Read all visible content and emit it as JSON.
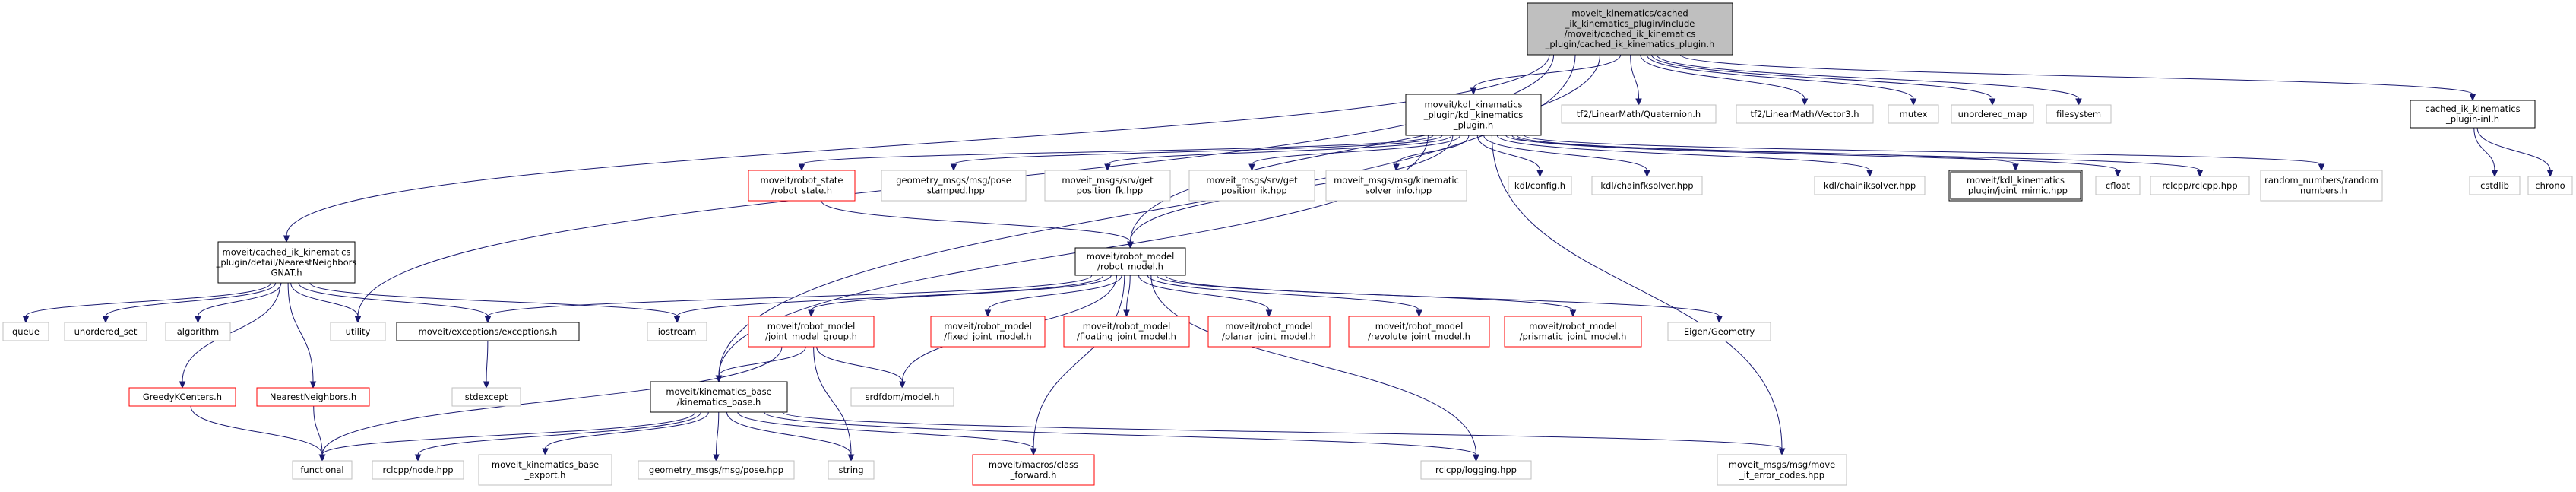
{
  "colors": {
    "edge": "#191970",
    "root_fill": "#bfbfbf",
    "root_border": "#000000",
    "documented_border": "#000000",
    "undocumented_border": "#bfbfbf",
    "truncated_border": "#ff0000",
    "text": "#000000"
  },
  "nodes": [
    {
      "id": "root",
      "kind": "root",
      "lines": [
        "moveit_kinematics/cached",
        "_ik_kinematics_plugin/include",
        "/moveit/cached_ik_kinematics",
        "_plugin/cached_ik_kinematics_plugin.h"
      ]
    },
    {
      "id": "kdl_plugin",
      "kind": "documented",
      "lines": [
        "moveit/kdl_kinematics",
        "_plugin/kdl_kinematics",
        "_plugin.h"
      ]
    },
    {
      "id": "quaternion",
      "kind": "system",
      "lines": [
        "tf2/LinearMath/Quaternion.h"
      ]
    },
    {
      "id": "vector3",
      "kind": "system",
      "lines": [
        "tf2/LinearMath/Vector3.h"
      ]
    },
    {
      "id": "mutex",
      "kind": "system",
      "lines": [
        "mutex"
      ]
    },
    {
      "id": "unordered_map",
      "kind": "system",
      "lines": [
        "unordered_map"
      ]
    },
    {
      "id": "filesystem",
      "kind": "system",
      "lines": [
        "filesystem"
      ]
    },
    {
      "id": "cached_inl",
      "kind": "documented",
      "lines": [
        "cached_ik_kinematics",
        "_plugin-inl.h"
      ]
    },
    {
      "id": "robot_state",
      "kind": "truncated",
      "lines": [
        "moveit/robot_state",
        "/robot_state.h"
      ]
    },
    {
      "id": "pose_stamped",
      "kind": "system",
      "lines": [
        "geometry_msgs/msg/pose",
        "_stamped.hpp"
      ]
    },
    {
      "id": "get_fk",
      "kind": "system",
      "lines": [
        "moveit_msgs/srv/get",
        "_position_fk.hpp"
      ]
    },
    {
      "id": "get_ik",
      "kind": "system",
      "lines": [
        "moveit_msgs/srv/get",
        "_position_ik.hpp"
      ]
    },
    {
      "id": "solver_info",
      "kind": "system",
      "lines": [
        "moveit_msgs/msg/kinematic",
        "_solver_info.hpp"
      ]
    },
    {
      "id": "kdl_config",
      "kind": "system",
      "lines": [
        "kdl/config.h"
      ]
    },
    {
      "id": "chainfksolver",
      "kind": "system",
      "lines": [
        "kdl/chainfksolver.hpp"
      ]
    },
    {
      "id": "chainiksolver",
      "kind": "system",
      "lines": [
        "kdl/chainiksolver.hpp"
      ]
    },
    {
      "id": "joint_mimic",
      "kind": "documented",
      "lines": [
        "moveit/kdl_kinematics",
        "_plugin/joint_mimic.hpp"
      ]
    },
    {
      "id": "cfloat",
      "kind": "system",
      "lines": [
        "cfloat"
      ]
    },
    {
      "id": "rclcpp",
      "kind": "system",
      "lines": [
        "rclcpp/rclcpp.hpp"
      ]
    },
    {
      "id": "random_numbers",
      "kind": "system",
      "lines": [
        "random_numbers/random",
        "_numbers.h"
      ]
    },
    {
      "id": "cstdlib",
      "kind": "system",
      "lines": [
        "cstdlib"
      ]
    },
    {
      "id": "chrono",
      "kind": "system",
      "lines": [
        "chrono"
      ]
    },
    {
      "id": "nn_gnat",
      "kind": "documented",
      "lines": [
        "moveit/cached_ik_kinematics",
        "_plugin/detail/NearestNeighbors",
        "GNAT.h"
      ]
    },
    {
      "id": "robot_model",
      "kind": "documented",
      "lines": [
        "moveit/robot_model",
        "/robot_model.h"
      ]
    },
    {
      "id": "queue",
      "kind": "system",
      "lines": [
        "queue"
      ]
    },
    {
      "id": "unordered_set",
      "kind": "system",
      "lines": [
        "unordered_set"
      ]
    },
    {
      "id": "algorithm",
      "kind": "system",
      "lines": [
        "algorithm"
      ]
    },
    {
      "id": "utility",
      "kind": "system",
      "lines": [
        "utility"
      ]
    },
    {
      "id": "exceptions",
      "kind": "documented",
      "lines": [
        "moveit/exceptions/exceptions.h"
      ]
    },
    {
      "id": "iostream",
      "kind": "system",
      "lines": [
        "iostream"
      ]
    },
    {
      "id": "joint_model_group",
      "kind": "truncated",
      "lines": [
        "moveit/robot_model",
        "/joint_model_group.h"
      ]
    },
    {
      "id": "fixed_joint",
      "kind": "truncated",
      "lines": [
        "moveit/robot_model",
        "/fixed_joint_model.h"
      ]
    },
    {
      "id": "floating_joint",
      "kind": "truncated",
      "lines": [
        "moveit/robot_model",
        "/floating_joint_model.h"
      ]
    },
    {
      "id": "planar_joint",
      "kind": "truncated",
      "lines": [
        "moveit/robot_model",
        "/planar_joint_model.h"
      ]
    },
    {
      "id": "revolute_joint",
      "kind": "truncated",
      "lines": [
        "moveit/robot_model",
        "/revolute_joint_model.h"
      ]
    },
    {
      "id": "prismatic_joint",
      "kind": "truncated",
      "lines": [
        "moveit/robot_model",
        "/prismatic_joint_model.h"
      ]
    },
    {
      "id": "eigen",
      "kind": "system",
      "lines": [
        "Eigen/Geometry"
      ]
    },
    {
      "id": "greedy",
      "kind": "truncated",
      "lines": [
        "GreedyKCenters.h"
      ]
    },
    {
      "id": "nn",
      "kind": "truncated",
      "lines": [
        "NearestNeighbors.h"
      ]
    },
    {
      "id": "stdexcept",
      "kind": "system",
      "lines": [
        "stdexcept"
      ]
    },
    {
      "id": "srdfdom",
      "kind": "system",
      "lines": [
        "srdfdom/model.h"
      ]
    },
    {
      "id": "kin_base",
      "kind": "documented",
      "lines": [
        "moveit/kinematics_base",
        "/kinematics_base.h"
      ]
    },
    {
      "id": "functional",
      "kind": "system",
      "lines": [
        "functional"
      ]
    },
    {
      "id": "rclcpp_node",
      "kind": "system",
      "lines": [
        "rclcpp/node.hpp"
      ]
    },
    {
      "id": "kin_export",
      "kind": "system",
      "lines": [
        "moveit_kinematics_base",
        "_export.h"
      ]
    },
    {
      "id": "pose",
      "kind": "system",
      "lines": [
        "geometry_msgs/msg/pose.hpp"
      ]
    },
    {
      "id": "string",
      "kind": "system",
      "lines": [
        "string"
      ]
    },
    {
      "id": "class_forward",
      "kind": "truncated",
      "lines": [
        "moveit/macros/class",
        "_forward.h"
      ]
    },
    {
      "id": "logging",
      "kind": "system",
      "lines": [
        "rclcpp/logging.hpp"
      ]
    },
    {
      "id": "error_codes",
      "kind": "system",
      "lines": [
        "moveit_msgs/msg/move",
        "_it_error_codes.hpp"
      ]
    }
  ],
  "edges": [
    [
      "root",
      "kdl_plugin"
    ],
    [
      "root",
      "quaternion"
    ],
    [
      "root",
      "vector3"
    ],
    [
      "root",
      "mutex"
    ],
    [
      "root",
      "unordered_map"
    ],
    [
      "root",
      "filesystem"
    ],
    [
      "root",
      "cached_inl"
    ],
    [
      "root",
      "nn_gnat"
    ],
    [
      "root",
      "utility"
    ],
    [
      "root",
      "robot_model"
    ],
    [
      "root",
      "kin_base"
    ],
    [
      "kdl_plugin",
      "robot_state"
    ],
    [
      "kdl_plugin",
      "pose_stamped"
    ],
    [
      "kdl_plugin",
      "get_fk"
    ],
    [
      "kdl_plugin",
      "get_ik"
    ],
    [
      "kdl_plugin",
      "solver_info"
    ],
    [
      "kdl_plugin",
      "kdl_config"
    ],
    [
      "kdl_plugin",
      "chainfksolver"
    ],
    [
      "kdl_plugin",
      "chainiksolver"
    ],
    [
      "kdl_plugin",
      "joint_mimic"
    ],
    [
      "kdl_plugin",
      "cfloat"
    ],
    [
      "kdl_plugin",
      "rclcpp"
    ],
    [
      "kdl_plugin",
      "random_numbers"
    ],
    [
      "kdl_plugin",
      "robot_model"
    ],
    [
      "kdl_plugin",
      "kin_base"
    ],
    [
      "kdl_plugin",
      "error_codes"
    ],
    [
      "cached_inl",
      "cstdlib"
    ],
    [
      "cached_inl",
      "chrono"
    ],
    [
      "robot_state",
      "robot_model"
    ],
    [
      "robot_model",
      "exceptions"
    ],
    [
      "robot_model",
      "iostream"
    ],
    [
      "robot_model",
      "joint_model_group"
    ],
    [
      "robot_model",
      "fixed_joint"
    ],
    [
      "robot_model",
      "floating_joint"
    ],
    [
      "robot_model",
      "planar_joint"
    ],
    [
      "robot_model",
      "revolute_joint"
    ],
    [
      "robot_model",
      "prismatic_joint"
    ],
    [
      "robot_model",
      "eigen"
    ],
    [
      "robot_model",
      "srdfdom"
    ],
    [
      "robot_model",
      "class_forward"
    ],
    [
      "robot_model",
      "logging"
    ],
    [
      "nn_gnat",
      "queue"
    ],
    [
      "nn_gnat",
      "unordered_set"
    ],
    [
      "nn_gnat",
      "algorithm"
    ],
    [
      "nn_gnat",
      "utility"
    ],
    [
      "nn_gnat",
      "exceptions"
    ],
    [
      "nn_gnat",
      "iostream"
    ],
    [
      "nn_gnat",
      "greedy"
    ],
    [
      "nn_gnat",
      "nn"
    ],
    [
      "joint_model_group",
      "kin_base"
    ],
    [
      "joint_model_group",
      "srdfdom"
    ],
    [
      "joint_model_group",
      "functional"
    ],
    [
      "joint_model_group",
      "string"
    ],
    [
      "exceptions",
      "stdexcept"
    ],
    [
      "greedy",
      "functional"
    ],
    [
      "nn",
      "functional"
    ],
    [
      "kin_base",
      "functional"
    ],
    [
      "kin_base",
      "rclcpp_node"
    ],
    [
      "kin_base",
      "kin_export"
    ],
    [
      "kin_base",
      "pose"
    ],
    [
      "kin_base",
      "string"
    ],
    [
      "kin_base",
      "class_forward"
    ],
    [
      "kin_base",
      "logging"
    ],
    [
      "kin_base",
      "error_codes"
    ]
  ]
}
